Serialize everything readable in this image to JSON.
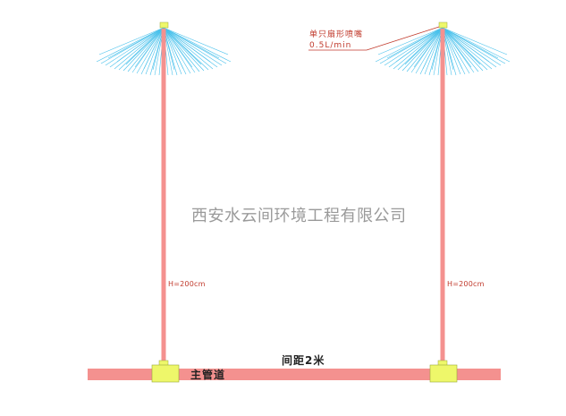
{
  "watermark": "西安水云间环境工程有限公司",
  "nozzle_note": {
    "line1": "单只扇形喷嘴",
    "line2": "0.5L/min"
  },
  "poles": [
    {
      "height_label": "H=200cm"
    },
    {
      "height_label": "H=200cm"
    }
  ],
  "spacing_label": "间距2米",
  "main_pipe_label": "主管道",
  "colors": {
    "pipe": "#f4918f",
    "spray": "#29b6e8",
    "connector": "#eef76a",
    "annotation": "#c0392b"
  }
}
